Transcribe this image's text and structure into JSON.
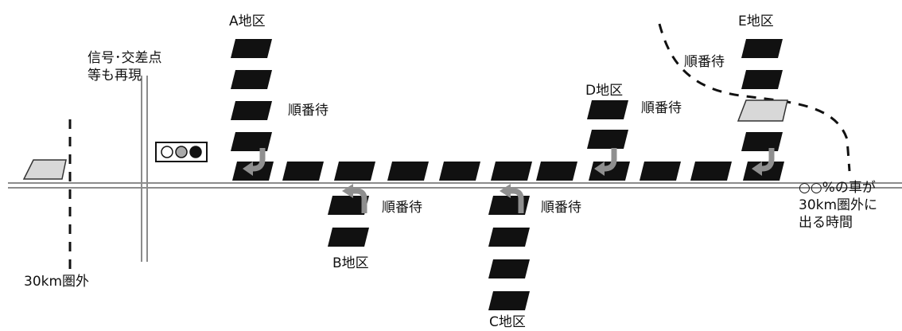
{
  "labels": {
    "signal_note": [
      "信号･交差点",
      "等も再現"
    ],
    "boundary": "30km圏外",
    "area_a": "A地区",
    "area_b": "B地区",
    "area_c": "C地区",
    "area_d": "D地区",
    "area_e": "E地区",
    "wait_a": "順番待",
    "wait_b": "順番待",
    "wait_c": "順番待",
    "wait_d": "順番待",
    "wait_e": "順番待",
    "exit_note": [
      "○○%の車が",
      "30km圏外に",
      "出る時間"
    ]
  },
  "colors": {
    "car": "#111111",
    "lead_car": "#d8d8d8",
    "road": "#8c8c8c",
    "arrow": "#8f8f8f",
    "dash": "#111111"
  },
  "icons": [
    "traffic-light-icon",
    "merge-arrow-icon",
    "car-icon"
  ]
}
